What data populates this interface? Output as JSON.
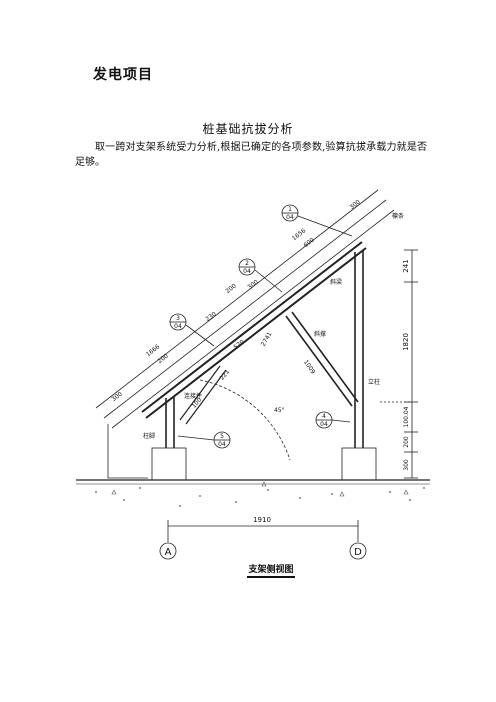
{
  "document": {
    "heading": "发电项目",
    "title": "桩基础抗拔分析",
    "body": "取一跨对支架系统受力分析,根据已确定的各项参数,验算抗拔承载力就是否足够。"
  },
  "drawing": {
    "caption": "支架侧视图",
    "span_dimension": "1910",
    "axis_left": "A",
    "axis_right": "D",
    "vertical_dims": [
      "241",
      "1820",
      "100.04",
      "200",
      "300"
    ],
    "beam_dims": [
      "1656",
      "600",
      "300",
      "300",
      "200",
      "230",
      "1666",
      "200",
      "300",
      "520"
    ],
    "brace_dims": [
      "2741",
      "1009",
      "221",
      "100"
    ],
    "detail_callouts": [
      {
        "top": "1",
        "bottom": "04"
      },
      {
        "top": "2",
        "bottom": "04"
      },
      {
        "top": "3",
        "bottom": "04"
      },
      {
        "top": "4",
        "bottom": "04"
      },
      {
        "top": "5",
        "bottom": "04"
      }
    ],
    "labels": [
      "檩条",
      "斜梁",
      "斜撑",
      "立柱",
      "连接件",
      "柱脚",
      "45°"
    ]
  }
}
